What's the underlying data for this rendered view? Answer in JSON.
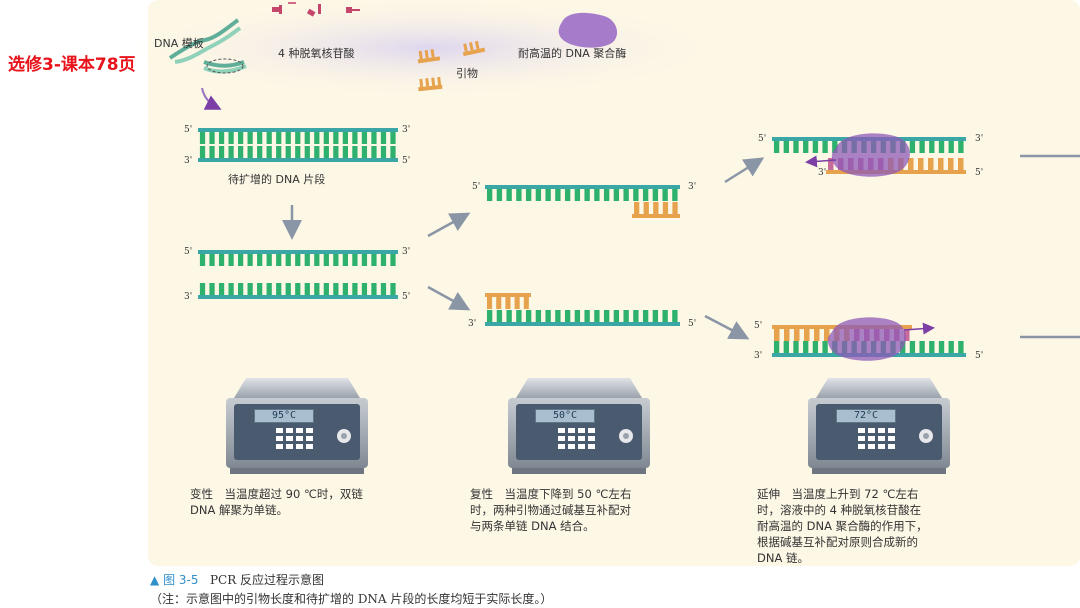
{
  "side_note": "选修3-课本78页",
  "legend": {
    "template": "DNA 模板",
    "nucleotides": "4 种脱氧核苷酸",
    "primer": "引物",
    "polymerase": "耐高温的 DNA 聚合酶"
  },
  "target_label": "待扩增的 DNA 片段",
  "end_labels": {
    "five": "5'",
    "three": "3'"
  },
  "machines": [
    {
      "display": "95°C"
    },
    {
      "display": "50°C"
    },
    {
      "display": "72°C"
    }
  ],
  "steps": [
    {
      "line1": "变性　当温度超过 90 ℃时，双链",
      "line2": "DNA 解聚为单链。",
      "line3": "",
      "line4": ""
    },
    {
      "line1": "复性　当温度下降到 50 ℃左右",
      "line2": "时，两种引物通过碱基互补配对",
      "line3": "与两条单链 DNA 结合。",
      "line4": ""
    },
    {
      "line1": "延伸　当温度上升到 72 ℃左右",
      "line2": "时，溶液中的 4 种脱氧核苷酸在",
      "line3": "耐高温的 DNA 聚合酶的作用下，",
      "line4": "根据碱基互补配对原则合成新的",
      "line5": "DNA 链。"
    }
  ],
  "caption": {
    "marker": "▲",
    "figure": "图 3-5",
    "title": "PCR 反应过程示意图"
  },
  "note": "（注：示意图中的引物长度和待扩增的 DNA 片段的长度均短于实际长度。）",
  "colors": {
    "backbone": "#3aa6a6",
    "base": "#2fb16e",
    "primer": "#e6a24c",
    "enzyme": "#8e59b6",
    "panel": "#fdf7e6"
  }
}
